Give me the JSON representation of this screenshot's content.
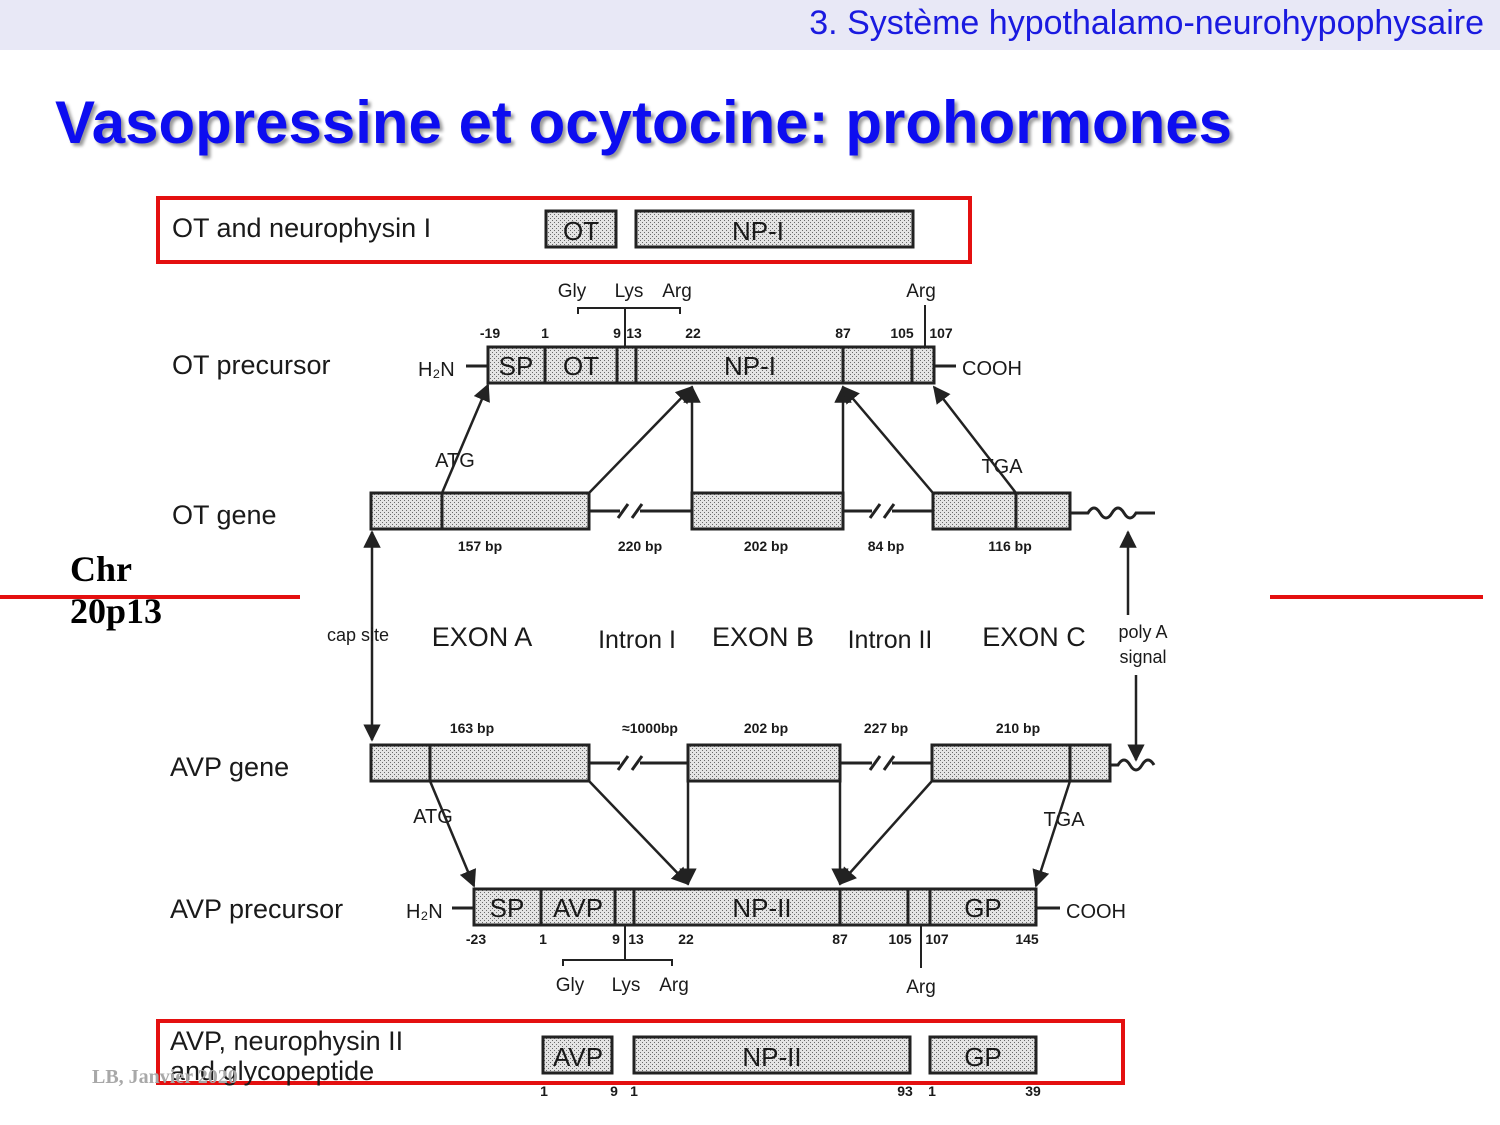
{
  "header": {
    "section": "3. Système hypothalamo-neurohypophysaire"
  },
  "title": "Vasopressine et ocytocine: prohormones",
  "chromosome": {
    "line1": "Chr",
    "line2": "20p13"
  },
  "footer": "LB, Janvier 2020",
  "colors": {
    "title": "#0d0df0",
    "section": "#1a1ae0",
    "highlight_box": "#e41010",
    "box_fill": "#d8d8d8"
  },
  "diagram": {
    "ot_product": {
      "label": "OT and neurophysin I",
      "boxes": [
        "OT",
        "NP-I"
      ]
    },
    "ot_precursor": {
      "label": "OT precursor",
      "n_term": "H₂N",
      "c_term": "COOH",
      "segments": [
        "SP",
        "OT",
        "NP-I"
      ],
      "positions": [
        "-19",
        "1",
        "9",
        "13",
        "22",
        "87",
        "105",
        "107"
      ],
      "cleavage_top": [
        "Gly",
        "Lys",
        "Arg",
        "Arg"
      ]
    },
    "ot_gene": {
      "label": "OT gene",
      "markers": [
        "ATG",
        "TGA"
      ],
      "sizes": [
        "157 bp",
        "220 bp",
        "202 bp",
        "84 bp",
        "116 bp"
      ]
    },
    "middle": {
      "cap_site": "cap site",
      "exon_a": "EXON A",
      "intron_1": "Intron I",
      "exon_b": "EXON B",
      "intron_2": "Intron II",
      "exon_c": "EXON C",
      "poly_a_1": "poly A",
      "poly_a_2": "signal"
    },
    "avp_gene": {
      "label": "AVP gene",
      "markers": [
        "ATG",
        "TGA"
      ],
      "sizes": [
        "163 bp",
        "≈1000bp",
        "202 bp",
        "227 bp",
        "210 bp"
      ]
    },
    "avp_precursor": {
      "label": "AVP precursor",
      "n_term": "H₂N",
      "c_term": "COOH",
      "segments": [
        "SP",
        "AVP",
        "NP-II",
        "GP"
      ],
      "positions": [
        "-23",
        "1",
        "9",
        "13",
        "22",
        "87",
        "105",
        "107",
        "145"
      ],
      "cleavage_bottom": [
        "Gly",
        "Lys",
        "Arg",
        "Arg"
      ]
    },
    "avp_product": {
      "label_line1": "AVP, neurophysin II",
      "label_line2": "and glycopeptide",
      "boxes": [
        "AVP",
        "NP-II",
        "GP"
      ],
      "numbers": [
        "1",
        "9",
        "1",
        "93",
        "1",
        "39"
      ]
    }
  }
}
